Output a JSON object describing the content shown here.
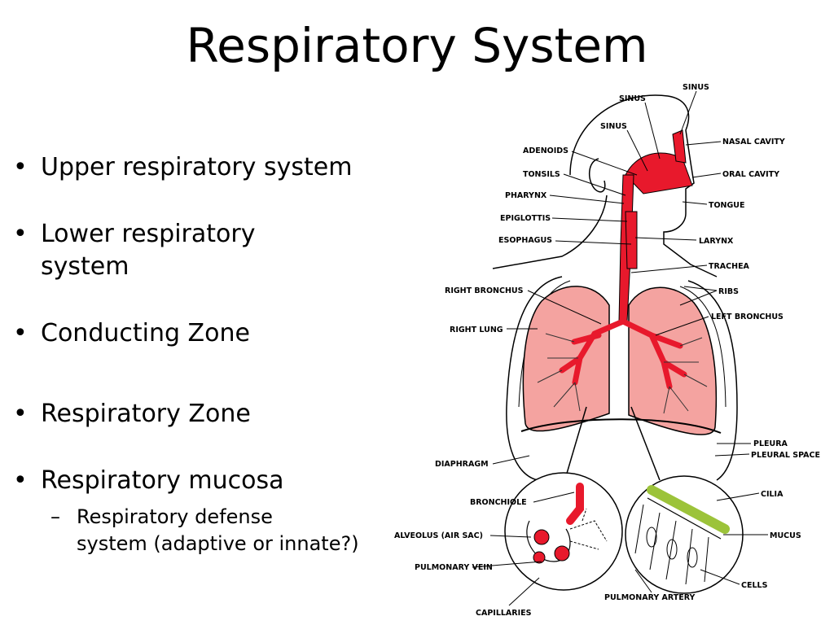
{
  "slide": {
    "title": "Respiratory System"
  },
  "bullets": [
    {
      "lines": [
        "Upper respiratory system"
      ]
    },
    {
      "lines": [
        "Lower respiratory",
        "system"
      ]
    },
    {
      "lines": [
        "Conducting Zone"
      ]
    },
    {
      "lines": [
        "Respiratory Zone"
      ]
    },
    {
      "lines": [
        "Respiratory mucosa"
      ]
    }
  ],
  "sub_bullet": {
    "lines": [
      "Respiratory defense",
      "system (adaptive or innate?)"
    ]
  },
  "diagram_labels": {
    "sinus_top": "SINUS",
    "sinus_mid": "SINUS",
    "sinus_low": "SINUS",
    "adenoids": "ADENOIDS",
    "tonsils": "TONSILS",
    "pharynx": "PHARYNX",
    "epiglottis": "EPIGLOTTIS",
    "esophagus": "ESOPHAGUS",
    "right_bronchus": "RIGHT BRONCHUS",
    "right_lung": "RIGHT LUNG",
    "diaphragm": "DIAPHRAGM",
    "bronchiole": "BRONCHIOLE",
    "alveolus": "ALVEOLUS (AIR SAC)",
    "pulmonary_vein": "PULMONARY VEIN",
    "capillaries": "CAPILLARIES",
    "nasal_cavity": "NASAL CAVITY",
    "oral_cavity": "ORAL CAVITY",
    "tongue": "TONGUE",
    "larynx": "LARYNX",
    "trachea": "TRACHEA",
    "ribs": "RIBS",
    "left_bronchus": "LEFT BRONCHUS",
    "pleura": "PLEURA",
    "pleural_space": "PLEURAL SPACE",
    "cilia": "CILIA",
    "mucus": "MUCUS",
    "cells": "CELLS",
    "pulmonary_artery": "PULMONARY ARTERY"
  },
  "colors": {
    "airway_red": "#e8192c",
    "lung_pink": "#f4a3a0",
    "cilia_green": "#9cc33a",
    "outline": "#000000"
  }
}
